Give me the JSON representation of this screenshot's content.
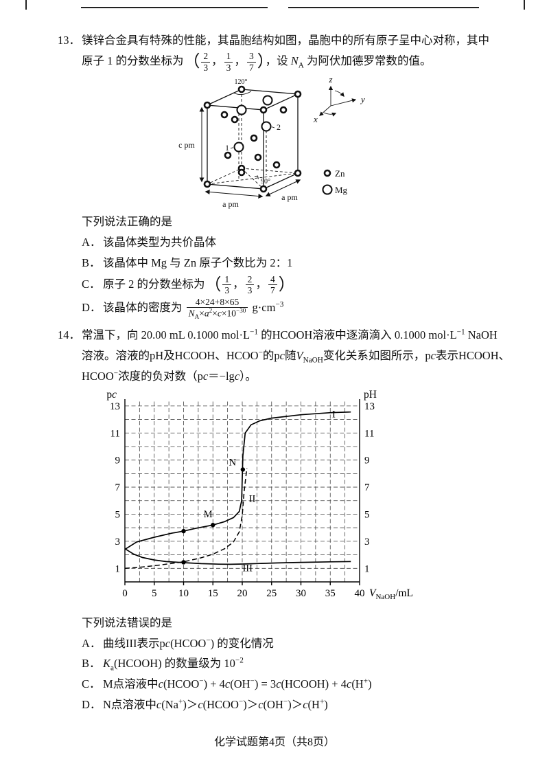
{
  "page": {
    "footer": "化学试题第4页（共8页）"
  },
  "q13": {
    "number": "13．",
    "line1": "镁锌合金具有特殊的性能，其晶胞结构如图，晶胞中的所有原子呈中心对称，其中",
    "line2_rich": [
      {
        "t": "原子 1 的分数坐标为"
      },
      {
        "t": "（",
        "s": "bigp"
      },
      {
        "frac": [
          "2",
          "3"
        ]
      },
      {
        "t": "，"
      },
      {
        "frac": [
          "1",
          "3"
        ]
      },
      {
        "t": "，"
      },
      {
        "frac": [
          "3",
          "7"
        ]
      },
      {
        "t": "）",
        "s": "bigp"
      },
      {
        "t": "，设 "
      },
      {
        "t": "N",
        "s": "i"
      },
      {
        "t": "A",
        "s": "sub"
      },
      {
        "t": " 为阿伏加德罗常数的值。"
      }
    ],
    "stem": "下列说法正确的是",
    "options": [
      {
        "mark": "A．",
        "rich": [
          {
            "t": "该晶体类型为共价晶体"
          }
        ]
      },
      {
        "mark": "B．",
        "rich": [
          {
            "t": "该晶体中 Mg 与 Zn 原子个数比为 2：1"
          }
        ]
      },
      {
        "mark": "C．",
        "rich": [
          {
            "t": "原子 2 的分数坐标为"
          },
          {
            "t": "（",
            "s": "bigp"
          },
          {
            "frac": [
              "1",
              "3"
            ]
          },
          {
            "t": "，"
          },
          {
            "frac": [
              "2",
              "3"
            ]
          },
          {
            "t": "，"
          },
          {
            "frac": [
              "4",
              "7"
            ]
          },
          {
            "t": "）",
            "s": "bigp"
          }
        ]
      },
      {
        "mark": "D．",
        "rich": [
          {
            "t": "该晶体的密度为 "
          },
          {
            "frac": [
              [
                {
                  "t": "4×24+8×65"
                }
              ],
              [
                {
                  "t": "N",
                  "s": "i"
                },
                {
                  "t": "A",
                  "s": "sub"
                },
                {
                  "t": "×"
                },
                {
                  "t": "a",
                  "s": "i"
                },
                {
                  "t": "2",
                  "s": "sup"
                },
                {
                  "t": "×"
                },
                {
                  "t": "c",
                  "s": "i"
                },
                {
                  "t": "×10"
                },
                {
                  "t": "−30",
                  "s": "sup"
                }
              ]
            ]
          },
          {
            "t": " g·cm"
          },
          {
            "t": "−3",
            "s": "sup"
          }
        ]
      }
    ],
    "figure": {
      "angle_top": "120°",
      "angle_bottom": "90°",
      "dim_c": "c pm",
      "dim_a1": "a pm",
      "dim_a2": "a pm",
      "axis_z": "z",
      "axis_y": "y",
      "axis_x": "x",
      "atom1": "1",
      "atom2": "2",
      "legend_zn": "Zn",
      "legend_mg": "Mg"
    }
  },
  "q14": {
    "number": "14．",
    "line1_rich": [
      {
        "t": "常温下，向 20.00 mL 0.1000 mol·L"
      },
      {
        "t": "−1",
        "s": "sup"
      },
      {
        "t": " 的HCOOH溶液中逐滴滴入 0.1000 mol·L"
      },
      {
        "t": "−1",
        "s": "sup"
      },
      {
        "t": " NaOH"
      }
    ],
    "line2_rich": [
      {
        "t": "溶液。溶液的pH及HCOOH、HCOO"
      },
      {
        "t": "−",
        "s": "sup"
      },
      {
        "t": "的"
      },
      {
        "t": "p"
      },
      {
        "t": "c",
        "s": "i"
      },
      {
        "t": "随"
      },
      {
        "t": "V",
        "s": "i"
      },
      {
        "t": "NaOH",
        "s": "sub"
      },
      {
        "t": "变化关系如图所示，"
      },
      {
        "t": "p"
      },
      {
        "t": "c",
        "s": "i"
      },
      {
        "t": "表示HCOOH、"
      }
    ],
    "line3_rich": [
      {
        "t": "HCOO"
      },
      {
        "t": "−",
        "s": "sup"
      },
      {
        "t": "浓度的负对数（"
      },
      {
        "t": "p"
      },
      {
        "t": "c",
        "s": "i"
      },
      {
        "t": "＝−lg"
      },
      {
        "t": "c",
        "s": "i"
      },
      {
        "t": "）。"
      }
    ],
    "stem": "下列说法错误的是",
    "options": [
      {
        "mark": "A．",
        "rich": [
          {
            "t": "曲线III表示"
          },
          {
            "t": "p"
          },
          {
            "t": "c",
            "s": "i"
          },
          {
            "t": "(HCOO"
          },
          {
            "t": "−",
            "s": "sup"
          },
          {
            "t": ") 的变化情况"
          }
        ]
      },
      {
        "mark": "B．",
        "rich": [
          {
            "t": "K",
            "s": "i"
          },
          {
            "t": "a",
            "s": "sub"
          },
          {
            "t": "(HCOOH) 的数量级为 10"
          },
          {
            "t": "−2",
            "s": "sup"
          }
        ]
      },
      {
        "mark": "C．",
        "rich": [
          {
            "t": "M点溶液中"
          },
          {
            "t": "c",
            "s": "i"
          },
          {
            "t": "(HCOO"
          },
          {
            "t": "−",
            "s": "sup"
          },
          {
            "t": ") + 4"
          },
          {
            "t": "c",
            "s": "i"
          },
          {
            "t": "(OH"
          },
          {
            "t": "−",
            "s": "sup"
          },
          {
            "t": ") = 3"
          },
          {
            "t": "c",
            "s": "i"
          },
          {
            "t": "(HCOOH) + 4"
          },
          {
            "t": "c",
            "s": "i"
          },
          {
            "t": "(H"
          },
          {
            "t": "+",
            "s": "sup"
          },
          {
            "t": ")"
          }
        ]
      },
      {
        "mark": "D．",
        "rich": [
          {
            "t": "N点溶液中"
          },
          {
            "t": "c",
            "s": "i"
          },
          {
            "t": "(Na"
          },
          {
            "t": "+",
            "s": "sup"
          },
          {
            "t": ")＞"
          },
          {
            "t": "c",
            "s": "i"
          },
          {
            "t": "(HCOO"
          },
          {
            "t": "−",
            "s": "sup"
          },
          {
            "t": ")＞"
          },
          {
            "t": "c",
            "s": "i"
          },
          {
            "t": "(OH"
          },
          {
            "t": "−",
            "s": "sup"
          },
          {
            "t": ")＞"
          },
          {
            "t": "c",
            "s": "i"
          },
          {
            "t": "(H"
          },
          {
            "t": "+",
            "s": "sup"
          },
          {
            "t": ")"
          }
        ]
      }
    ]
  },
  "chart_data": {
    "type": "line",
    "title": "pH及pc随V(NaOH)变化关系",
    "x_axis": {
      "min": 0,
      "max": 40,
      "grid_step": 2.5,
      "ticks": [
        0,
        5,
        10,
        15,
        20,
        25,
        30,
        35,
        40
      ],
      "label_rich": [
        {
          "t": "V",
          "s": "i"
        },
        {
          "t": "NaOH",
          "s": "sub"
        },
        {
          "t": "/mL"
        }
      ]
    },
    "y_left": {
      "min": 0,
      "plot_max": 13.5,
      "grid_step": 1,
      "grid_max": 13,
      "ticks": [
        1,
        3,
        5,
        7,
        9,
        11,
        13
      ],
      "label_rich": [
        {
          "t": "p"
        },
        {
          "t": "c",
          "s": "i"
        }
      ]
    },
    "y_right": {
      "ticks": [
        1,
        3,
        5,
        7,
        9,
        11,
        13
      ],
      "label_rich": [
        {
          "t": "pH"
        }
      ]
    },
    "series": [
      {
        "name": "I",
        "meaning": "pH",
        "style": "solid",
        "label_at": [
          35.6,
          12.15
        ],
        "points": [
          [
            0,
            2.4
          ],
          [
            2,
            2.95
          ],
          [
            5,
            3.3
          ],
          [
            8,
            3.6
          ],
          [
            10,
            3.75
          ],
          [
            12,
            3.95
          ],
          [
            15,
            4.2
          ],
          [
            17,
            4.45
          ],
          [
            18.5,
            4.75
          ],
          [
            19.5,
            5.2
          ],
          [
            19.9,
            6.0
          ],
          [
            20.1,
            9.3
          ],
          [
            20.5,
            11.0
          ],
          [
            21.5,
            11.6
          ],
          [
            23,
            11.9
          ],
          [
            25,
            12.1
          ],
          [
            30,
            12.35
          ],
          [
            35,
            12.5
          ],
          [
            38.5,
            12.55
          ]
        ]
      },
      {
        "name": "II",
        "meaning": "pc(HCOOH)",
        "style": "dashed",
        "label_at": [
          21.7,
          5.9
        ],
        "points": [
          [
            0,
            1.0
          ],
          [
            3,
            1.1
          ],
          [
            6,
            1.25
          ],
          [
            10,
            1.48
          ],
          [
            13,
            1.78
          ],
          [
            15,
            2.05
          ],
          [
            17,
            2.45
          ],
          [
            18.5,
            2.95
          ],
          [
            19.5,
            3.7
          ],
          [
            20,
            4.9
          ],
          [
            20.3,
            6.6
          ],
          [
            20.6,
            7.7
          ],
          [
            20.8,
            8.4
          ]
        ]
      },
      {
        "name": "III",
        "meaning": "pc(HCOO−)",
        "style": "solid",
        "label_at": [
          20.9,
          0.78
        ],
        "points": [
          [
            0,
            2.45
          ],
          [
            1.5,
            2.05
          ],
          [
            3,
            1.8
          ],
          [
            5,
            1.62
          ],
          [
            7,
            1.5
          ],
          [
            10,
            1.42
          ],
          [
            13,
            1.35
          ],
          [
            16,
            1.31
          ],
          [
            18,
            1.3
          ],
          [
            20,
            1.32
          ],
          [
            23,
            1.36
          ],
          [
            26,
            1.4
          ],
          [
            30,
            1.44
          ],
          [
            35,
            1.48
          ],
          [
            38.5,
            1.5
          ]
        ]
      }
    ],
    "marked_points": [
      {
        "label": "M",
        "x": 15,
        "y": 4.2,
        "label_dx": -7,
        "label_dy": -11
      },
      {
        "label": "N",
        "x": 20.1,
        "y": 8.3,
        "label_dx": -15,
        "label_dy": -6
      },
      {
        "label": "",
        "x": 10,
        "y": 3.75
      },
      {
        "label": "",
        "x": 10,
        "y": 1.45
      }
    ]
  }
}
